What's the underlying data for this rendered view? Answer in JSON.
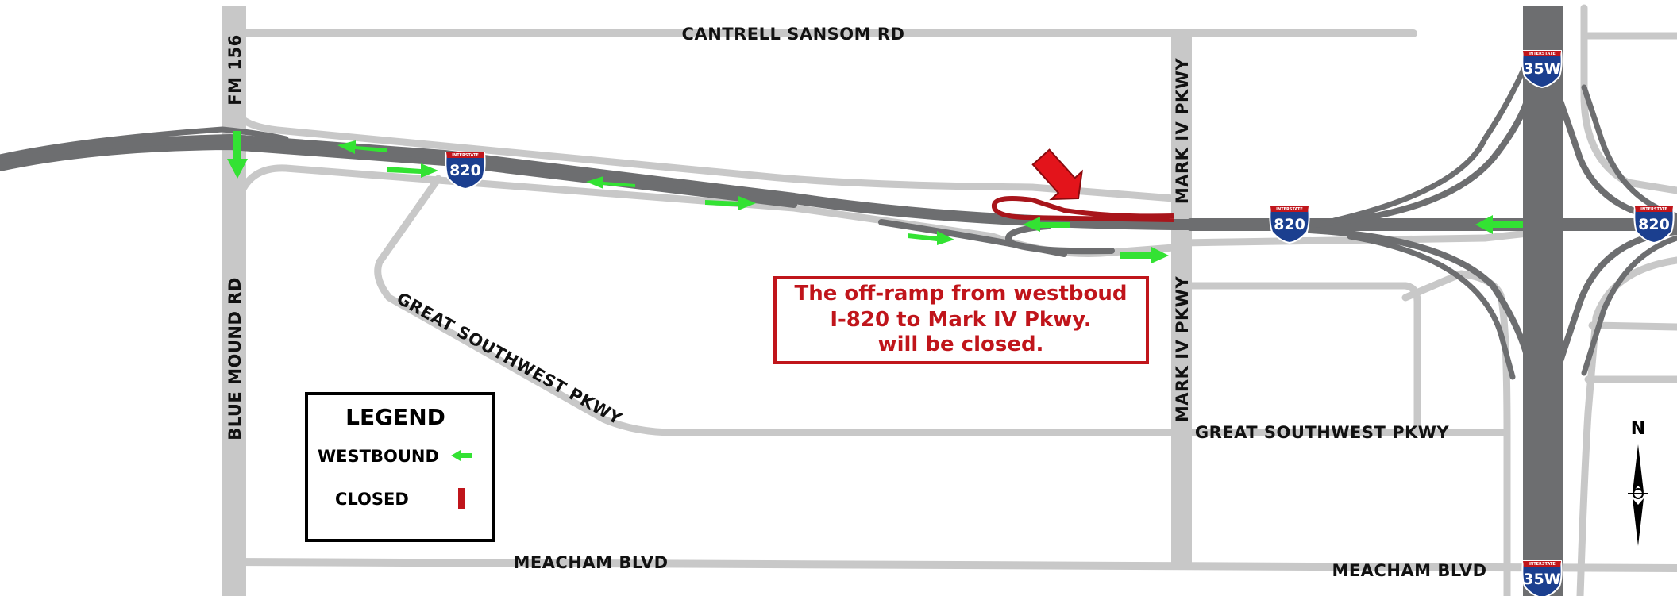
{
  "roads": {
    "cantrell_sansom": "CANTRELL SANSOM RD",
    "fm156": "FM 156",
    "blue_mound": "BLUE MOUND RD",
    "mark_iv_north": "MARK IV PKWY",
    "mark_iv_south": "MARK IV PKWY",
    "great_southwest_diag": "GREAT SOUTHWEST PKWY",
    "great_southwest_east": "GREAT SOUTHWEST PKWY",
    "meacham_west": "MEACHAM BLVD",
    "meacham_east": "MEACHAM BLVD"
  },
  "shields": {
    "banner": "INTERSTATE",
    "i820": "820",
    "i35w": "35W"
  },
  "notice": {
    "line1": "The off-ramp from westboud",
    "line2": "I-820 to Mark IV Pkwy.",
    "line3": "will be closed."
  },
  "legend": {
    "title": "LEGEND",
    "westbound": "WESTBOUND",
    "closed": "CLOSED"
  },
  "north": "N",
  "colors": {
    "highway": "#6d6e70",
    "local_road": "#c8c8c8",
    "direction_arrow": "#33e233",
    "closed": "#c0151b",
    "shield_blue": "#1b3f8f",
    "shield_red": "#c0151b"
  },
  "icons": {
    "closure_pointer": "red-arrow-icon",
    "interstate": "interstate-shield-icon",
    "compass": "north-arrow-icon"
  }
}
